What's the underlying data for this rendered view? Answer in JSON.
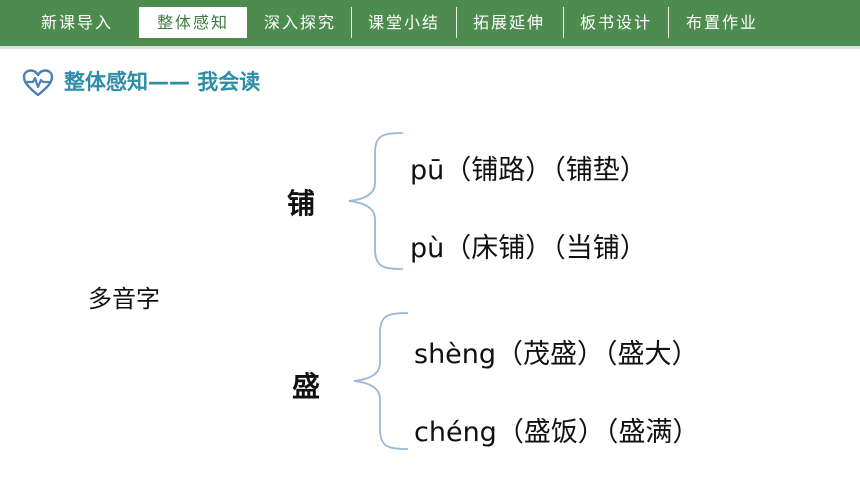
{
  "nav": {
    "tabs": [
      {
        "label": "新课导入",
        "active": false
      },
      {
        "label": "整体感知",
        "active": true
      },
      {
        "label": "深入探究",
        "active": false
      },
      {
        "label": "课堂小结",
        "active": false
      },
      {
        "label": "拓展延伸",
        "active": false
      },
      {
        "label": "板书设计",
        "active": false
      },
      {
        "label": "布置作业",
        "active": false
      }
    ]
  },
  "heading": {
    "text": "整体感知—— 我会读",
    "icon": "heart-pulse-icon"
  },
  "category": "多音字",
  "groups": [
    {
      "char": "铺",
      "readings": [
        "pū（铺路）（铺垫）",
        "pù（床铺）（当铺）"
      ]
    },
    {
      "char": "盛",
      "readings": [
        "shèng（茂盛）（盛大）",
        "chéng（盛饭）（盛满）"
      ]
    }
  ],
  "colors": {
    "nav_bg": "#4e8b4f",
    "heading": "#2e8ea8",
    "brace": "#9bb8d8"
  }
}
